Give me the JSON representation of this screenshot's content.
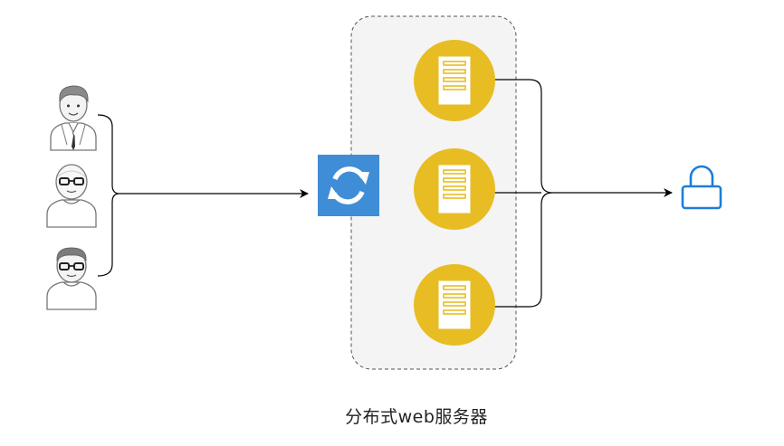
{
  "diagram": {
    "caption": "分布式web服务器",
    "nodes": {
      "users": [
        "user-businessman",
        "user-bald-glasses",
        "user-glasses"
      ],
      "load_balancer": "refresh-icon",
      "servers": [
        "server-1",
        "server-2",
        "server-3"
      ],
      "target": "lock-icon"
    },
    "edges": [
      {
        "from": "users",
        "to": "load_balancer"
      },
      {
        "from": "servers",
        "to": "target"
      }
    ]
  },
  "colors": {
    "server_circle": "#E8BD24",
    "load_balancer": "#3F8DD6",
    "lock": "#1E7DD8",
    "cluster_fill": "#F4F4F4",
    "cluster_border": "#555555",
    "line": "#000000"
  }
}
